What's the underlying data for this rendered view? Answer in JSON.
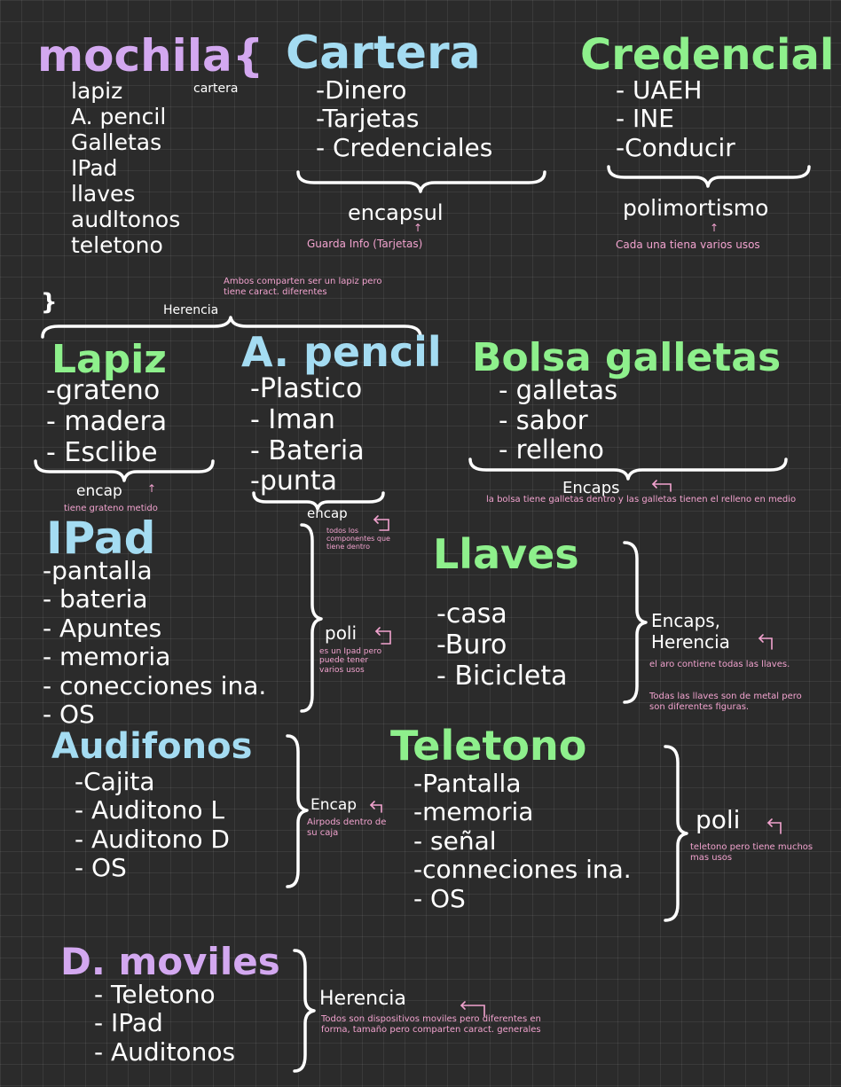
{
  "mochila": {
    "title": "mochila{",
    "aside": "cartera",
    "items": [
      "lapiz",
      "A. pencil",
      "Galletas",
      "IPad",
      "llaves",
      "audltonos",
      "teletono"
    ],
    "close": "}"
  },
  "herencia_top": {
    "label": "Herencia",
    "note": "Ambos comparten ser un lapiz pero tiene caract. diferentes"
  },
  "cartera": {
    "title": "Cartera",
    "items": [
      "-Dinero",
      "-Tarjetas",
      "- Credenciales"
    ],
    "concept": "encapsul",
    "note": "Guarda Info (Tarjetas)"
  },
  "credencial": {
    "title": "Credencial",
    "items": [
      "- UAEH",
      "- INE",
      "-Conducir"
    ],
    "concept": "polimortismo",
    "note": "Cada una tiena varios usos"
  },
  "lapiz": {
    "title": "Lapiz",
    "items": [
      "-grateno",
      "- madera",
      "- Esclibe"
    ],
    "concept": "encap",
    "note": "tiene grateno metido"
  },
  "apencil": {
    "title": "A. pencil",
    "items": [
      "-Plastico",
      "- Iman",
      "- Bateria",
      "-punta"
    ],
    "concept": "encap",
    "note": "todos los componentes que tiene dentro"
  },
  "bolsa": {
    "title": "Bolsa galletas",
    "items": [
      "- galletas",
      "- sabor",
      "- relleno"
    ],
    "concept": "Encaps",
    "note": "la bolsa tiene galletas dentro y las galletas tienen el relleno en medio"
  },
  "ipad": {
    "title": "IPad",
    "items": [
      "-pantalla",
      "- bateria",
      "- Apuntes",
      "- memoria",
      "- conecciones ina.",
      "- OS"
    ],
    "concept": "poli",
    "note": "es un Ipad pero puede tener varios usos"
  },
  "llaves": {
    "title": "Llaves",
    "items": [
      "-casa",
      "-Buro",
      "- Bicicleta"
    ],
    "concept": "Encaps, Herencia",
    "note1": "el aro contiene todas las llaves.",
    "note2": "Todas las llaves son de metal pero son diferentes figuras."
  },
  "audifonos": {
    "title": "Audifonos",
    "items": [
      "-Cajita",
      "- Auditono L",
      "- Auditono D",
      "- OS"
    ],
    "concept": "Encap",
    "note": "Airpods dentro de su caja"
  },
  "telefono": {
    "title": "Teletono",
    "items": [
      "-Pantalla",
      "-memoria",
      "- señal",
      "-conneciones ina.",
      "- OS"
    ],
    "concept": "poli",
    "note": "teletono pero tiene muchos mas usos"
  },
  "dmoviles": {
    "title": "D. moviles",
    "items": [
      "- Teletono",
      "- IPad",
      "- Auditonos"
    ],
    "concept": "Herencia",
    "note": "Todos son dispositivos moviles pero diferentes en forma, tamaño pero comparten caract. generales"
  },
  "colors": {
    "background": "#2b2b2b",
    "purple": "#d3a8f0",
    "blue": "#a4dcf2",
    "green": "#8ef08c",
    "pink": "#f2a3cf"
  }
}
